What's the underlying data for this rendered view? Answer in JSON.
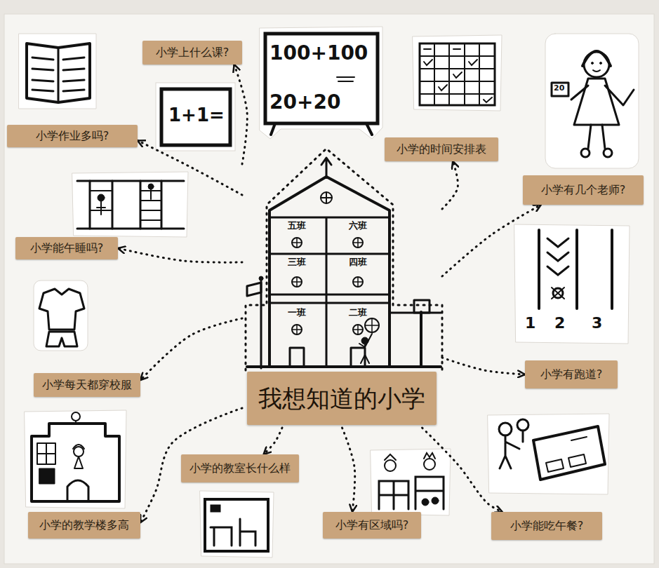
{
  "diagram": {
    "nodes": [
      {
        "text": [
          "我想知道的小学"
        ]
      },
      {
        "text": [
          "小学上什么课?"
        ]
      },
      {
        "text": [
          "小学作业多吗?"
        ]
      },
      {
        "text": [
          "小学的时间安排表"
        ]
      },
      {
        "text": [
          "小学有几个老师?"
        ]
      },
      {
        "text": [
          "小学能午睡吗?"
        ]
      },
      {
        "text": [
          "小学有跑道?"
        ]
      },
      {
        "text": [
          "小学每天都穿校服"
        ]
      },
      {
        "text": [
          "小学的教室长什么样"
        ]
      },
      {
        "text": [
          "小学的教学楼多高"
        ]
      },
      {
        "text": [
          "小学有区域吗?"
        ]
      },
      {
        "text": [
          "小学能吃午餐?"
        ]
      }
    ],
    "edges": [
      {
        "from": 0,
        "to": 1,
        "arrow": "to"
      },
      {
        "from": 0,
        "to": 2,
        "arrow": "to"
      },
      {
        "from": 0,
        "to": 3,
        "arrow": "to"
      },
      {
        "from": 0,
        "to": 4,
        "arrow": "to"
      },
      {
        "from": 0,
        "to": 5,
        "arrow": "to"
      },
      {
        "from": 0,
        "to": 6,
        "arrow": "to"
      },
      {
        "from": 0,
        "to": 7,
        "arrow": "to"
      },
      {
        "from": 0,
        "to": 8,
        "arrow": "to"
      },
      {
        "from": 0,
        "to": 9,
        "arrow": "to"
      },
      {
        "from": 0,
        "to": 10,
        "arrow": "to"
      },
      {
        "from": 0,
        "to": 11,
        "arrow": "to"
      }
    ],
    "labels": [
      "1+1=",
      "100+100",
      "20+20",
      "20",
      "五班",
      "六班",
      "三班",
      "四班",
      "一班",
      "二班",
      "1",
      "2",
      "3"
    ]
  }
}
